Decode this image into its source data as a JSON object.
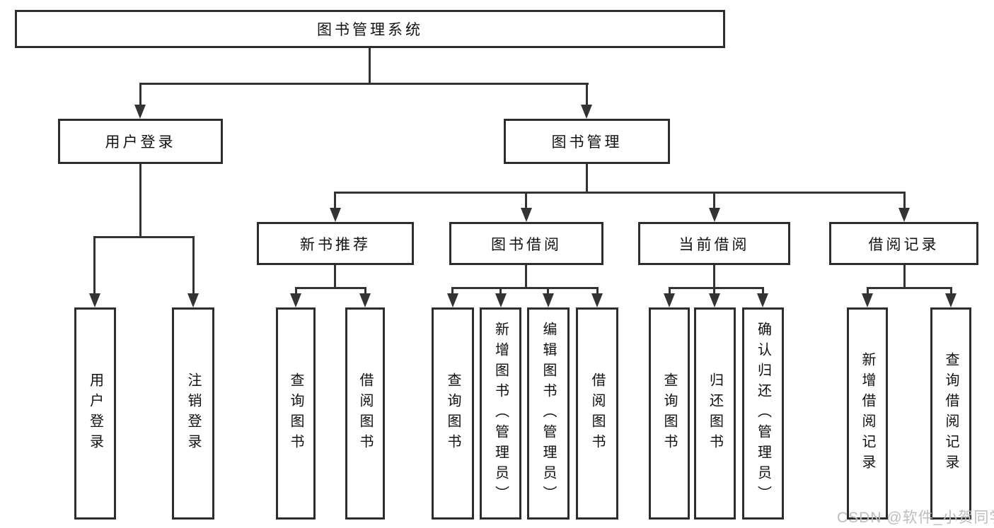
{
  "diagram": {
    "root": {
      "label": "图书管理系统"
    },
    "level2": {
      "login": {
        "label": "用户登录"
      },
      "management": {
        "label": "图书管理"
      }
    },
    "level3": {
      "new_books": {
        "label": "新书推荐"
      },
      "book_borrow": {
        "label": "图书借阅"
      },
      "current_borrow": {
        "label": "当前借阅"
      },
      "borrow_records": {
        "label": "借阅记录"
      }
    },
    "leaves": {
      "user_login": {
        "label": "用户登录"
      },
      "logout": {
        "label": "注销登录"
      },
      "nb_query_books": {
        "label": "查询图书"
      },
      "nb_borrow_books": {
        "label": "借阅图书"
      },
      "bb_query_books": {
        "label": "查询图书"
      },
      "bb_add_books": {
        "label": "新增图书（管理员）"
      },
      "bb_edit_books": {
        "label": "编辑图书（管理员）"
      },
      "bb_borrow_books": {
        "label": "借阅图书"
      },
      "cb_query_books": {
        "label": "查询图书"
      },
      "cb_return_books": {
        "label": "归还图书"
      },
      "cb_confirm_return": {
        "label": "确认归还（管理员）"
      },
      "br_add_record": {
        "label": "新增借阅记录"
      },
      "br_query_record": {
        "label": "查询借阅记录"
      }
    },
    "watermark": "CSDN @软件_小贺同学",
    "colors": {
      "line": "#333333",
      "border": "#2d2d2d",
      "text": "#111111",
      "watermark": "#bdbdbd",
      "background": "#ffffff"
    }
  }
}
